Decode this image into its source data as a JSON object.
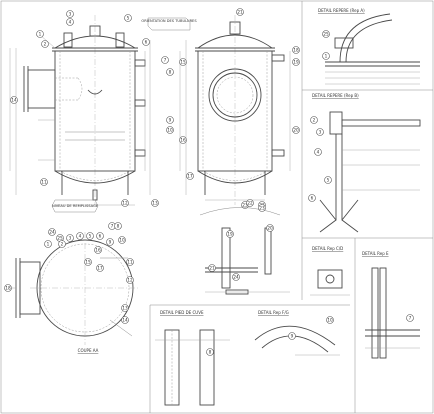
{
  "document": {
    "type": "mechanical-drawing-sheet"
  },
  "views": {
    "section_label": "COUPE AA"
  },
  "details": {
    "detail_a_title": "DETAIL REPERE (Rep A)",
    "detail_b_title": "DETAIL REPERE (Rep B)",
    "detail_c_title": "DETAIL Rep C/D",
    "detail_d_title": "DETAIL Rep E",
    "detail_e_title": "DETAIL PIED DE CUVE",
    "detail_f_title": "DETAIL Rep F/G"
  },
  "notes": {
    "top_note": "ORIENTATION DES TUBULURES",
    "bottom_note": "NIVEAU DE REMPLISSAGE"
  },
  "balloons": [
    "1",
    "2",
    "3",
    "4",
    "5",
    "6",
    "7",
    "8",
    "9",
    "10",
    "11",
    "12",
    "13",
    "14",
    "15",
    "16",
    "17",
    "18",
    "19",
    "20",
    "21",
    "22",
    "23",
    "24",
    "25"
  ]
}
